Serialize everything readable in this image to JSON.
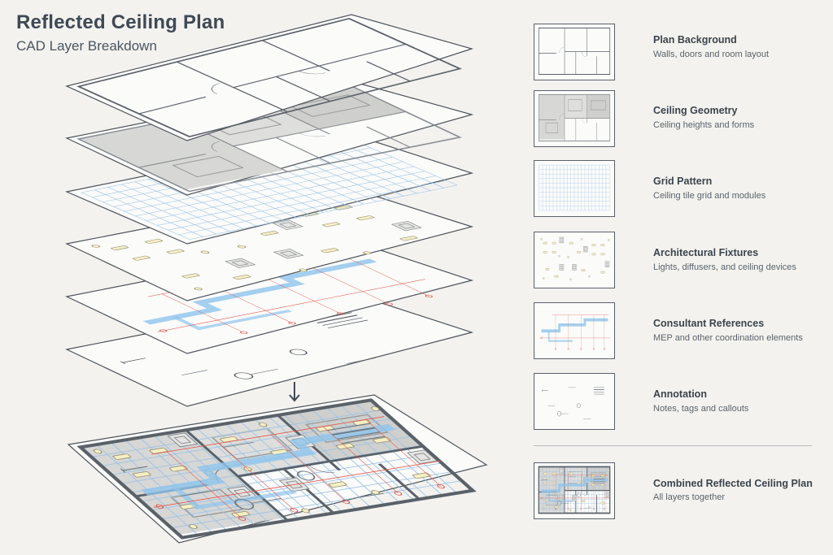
{
  "header": {
    "title": "Reflected Ceiling Plan",
    "subtitle": "CAD Layer Breakdown"
  },
  "layers": [
    {
      "key": "plan-background",
      "title": "Plan Background",
      "description": "Walls, doors and room layout"
    },
    {
      "key": "ceiling-geometry",
      "title": "Ceiling Geometry",
      "description": "Ceiling heights and forms"
    },
    {
      "key": "grid-pattern",
      "title": "Grid Pattern",
      "description": "Ceiling tile grid and modules"
    },
    {
      "key": "architectural-fixtures",
      "title": "Architectural Fixtures",
      "description": "Lights, diffusers, and ceiling devices"
    },
    {
      "key": "consultant-references",
      "title": "Consultant References",
      "description": "MEP and other coordination elements"
    },
    {
      "key": "annotation",
      "title": "Annotation",
      "description": "Notes, tags and callouts"
    }
  ],
  "combined": {
    "title": "Combined Reflected Ceiling Plan",
    "description": "All layers together"
  },
  "icons": {
    "flow_arrow": "down-arrow-icon"
  },
  "colors": {
    "background": "#f3f2ef",
    "wall": "#5a6169",
    "grid": "#9cc3e6",
    "duct": "#8fc4ec",
    "piping": "#e05a4e",
    "fixture_fill": "#f5efc4",
    "fixture_stroke": "#9a9278"
  }
}
